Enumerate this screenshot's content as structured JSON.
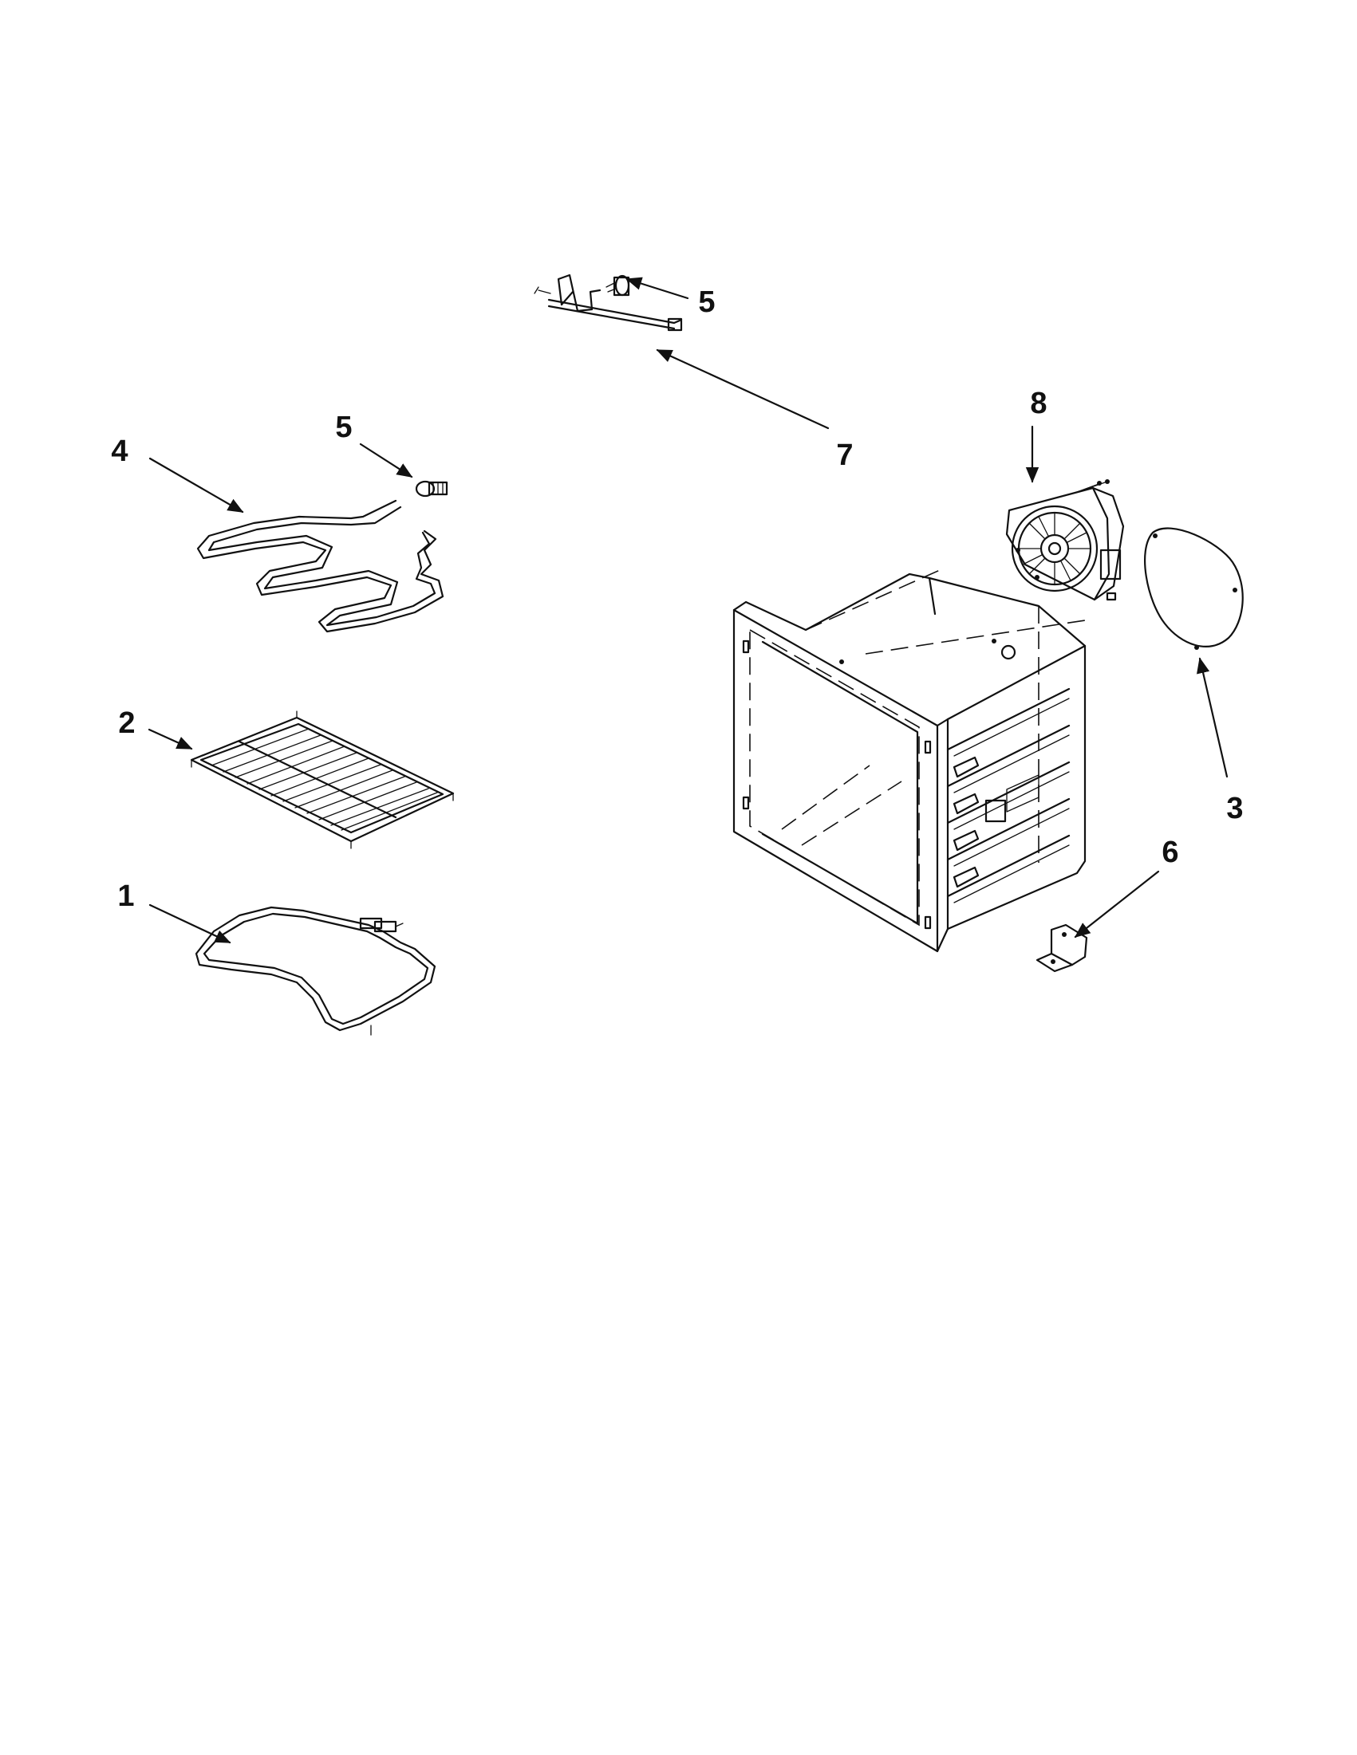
{
  "callouts": {
    "part_1": "1",
    "part_2": "2",
    "part_3": "3",
    "part_4": "4",
    "part_5_top_left": "5",
    "part_5_top_center": "5",
    "part_6": "6",
    "part_7": "7",
    "part_8": "8"
  }
}
